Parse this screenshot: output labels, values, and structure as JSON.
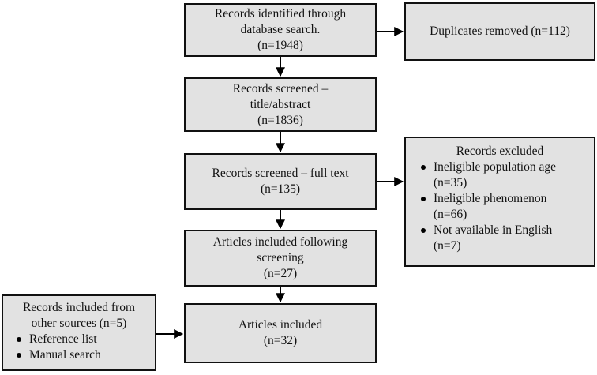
{
  "colors": {
    "box_fill": "#e2e2e2",
    "box_border": "#111111",
    "arrow": "#000000"
  },
  "boxes": {
    "identified": {
      "lines": [
        "Records identified through",
        "database search.",
        "(n=1948)"
      ]
    },
    "duplicates": {
      "lines": [
        "Duplicates removed (n=112)"
      ]
    },
    "screened_title_abstract": {
      "lines": [
        "Records screened –",
        "title/abstract",
        "(n=1836)"
      ]
    },
    "screened_full_text": {
      "lines": [
        "Records screened – full text",
        "(n=135)"
      ]
    },
    "excluded": {
      "title": "Records excluded",
      "bullets": [
        {
          "label": "Ineligible population age",
          "count": "(n=35)"
        },
        {
          "label": "Ineligible phenomenon",
          "count": "(n=66)"
        },
        {
          "label": "Not available in English",
          "count": "(n=7)"
        }
      ]
    },
    "included_following_screening": {
      "lines": [
        "Articles included following",
        "screening",
        "(n=27)"
      ]
    },
    "other_sources": {
      "lines": [
        "Records included from",
        "other sources (n=5)"
      ],
      "bullets": [
        {
          "label": "Reference list"
        },
        {
          "label": "Manual search"
        }
      ]
    },
    "included": {
      "lines": [
        "Articles included",
        "(n=32)"
      ]
    }
  }
}
